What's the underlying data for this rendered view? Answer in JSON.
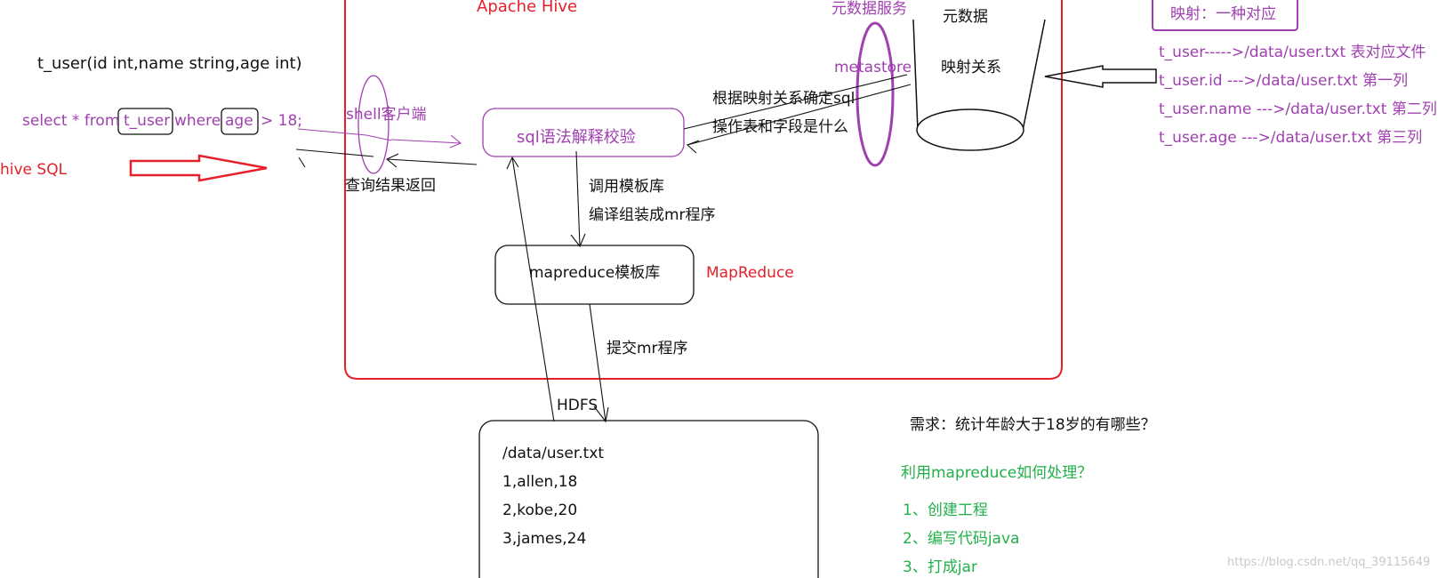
{
  "title": "Apache Hive",
  "metadata_service": "元数据服务",
  "metastore": "metastore",
  "db_top": "元数据",
  "db_mapping": "映射关系",
  "table_def": "t_user(id int,name string,age int)",
  "sql": {
    "select": "select * from",
    "table": "t_user",
    "where": "where",
    "column": "age",
    "condition": "> 18;"
  },
  "hive_sql": "hive  SQL",
  "shell_client": "shell客户端",
  "query_result": "查询结果返回",
  "sql_parser": "sql语法解释校验",
  "confirm_sql_1": "根据映射关系确定sql",
  "confirm_sql_2": "操作表和字段是什么",
  "call_template": "调用模板库",
  "compile_mr": "编译组装成mr程序",
  "mapreduce_lib": "mapreduce模板库",
  "mapreduce_label": "MapReduce",
  "submit_mr": "提交mr程序",
  "hdfs": "HDFS",
  "hdfs_file": {
    "path": "/data/user.txt",
    "rows": [
      "1,allen,18",
      "2,kobe,20",
      "3,james,24"
    ]
  },
  "mapping_note": {
    "title": "映射：一种对应",
    "lines": [
      "t_user----->/data/user.txt   表对应文件",
      "t_user.id --->/data/user.txt 第一列",
      "t_user.name --->/data/user.txt 第二列",
      "t_user.age --->/data/user.txt 第三列"
    ]
  },
  "requirement": "需求：统计年龄大于18岁的有哪些？",
  "how_mr": "利用mapreduce如何处理？",
  "steps": [
    "1、创建工程",
    "2、编写代码java",
    "3、打成jar"
  ],
  "watermark": "https://blog.csdn.net/qq_39115649",
  "colors": {
    "red": "#e5202a",
    "purple": "#a040b0",
    "green": "#22b04a",
    "black": "#111111"
  }
}
